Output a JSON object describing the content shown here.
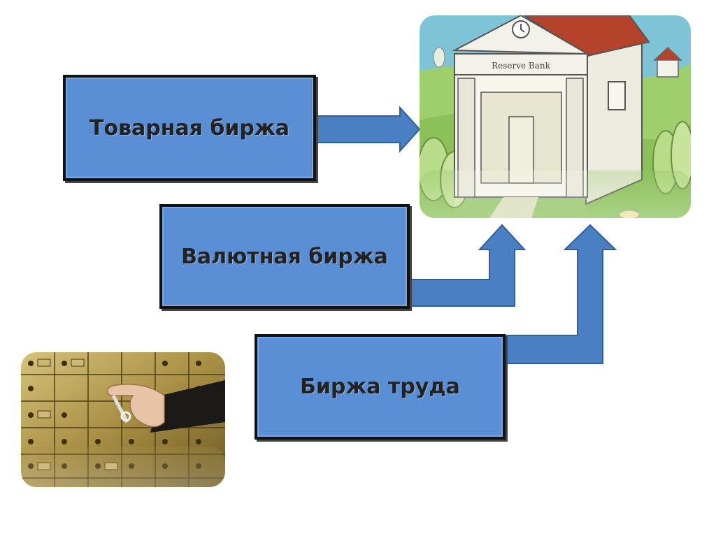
{
  "boxes": [
    {
      "label": "Товарная биржа"
    },
    {
      "label": "Валютная биржа"
    },
    {
      "label": "Биржа труда"
    }
  ],
  "bank_sign": "Reserve Bank",
  "colors": {
    "box_fill": "#5a8fd6",
    "arrow_fill": "#4a7fc4",
    "arrow_stroke": "#2f5f9c",
    "roof": "#b5432c",
    "sky": "#7ec3d6",
    "grass": "#8cc15a",
    "gold": "#b9a35a"
  }
}
